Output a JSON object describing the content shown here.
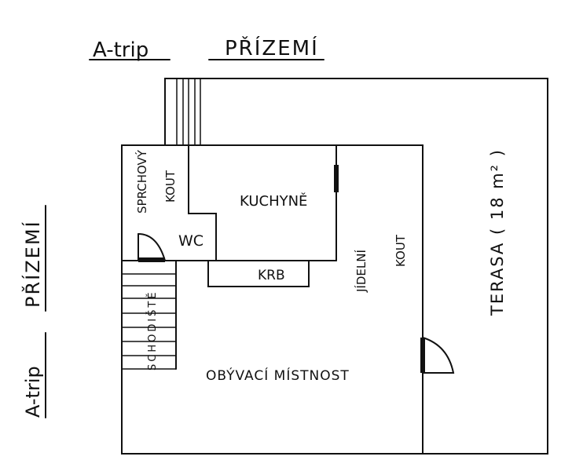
{
  "title": {
    "project": "A-trip",
    "floor": "PŘÍZEMÍ"
  },
  "side_title": {
    "project": "A-trip",
    "floor": "PŘÍZEMÍ"
  },
  "rooms": {
    "shower_line1": "SPRCHOVÝ",
    "shower_line2": "KOUT",
    "kitchen": "KUCHYNĚ",
    "wc": "WC",
    "fireplace": "KRB",
    "dining_line1": "JÍDELNÍ",
    "dining_line2": "KOUT",
    "stairs": "SCHODIŠTĚ",
    "living": "OBÝVACÍ MÍSTNOST",
    "terrace": "TERASA ( 18 m² )"
  }
}
